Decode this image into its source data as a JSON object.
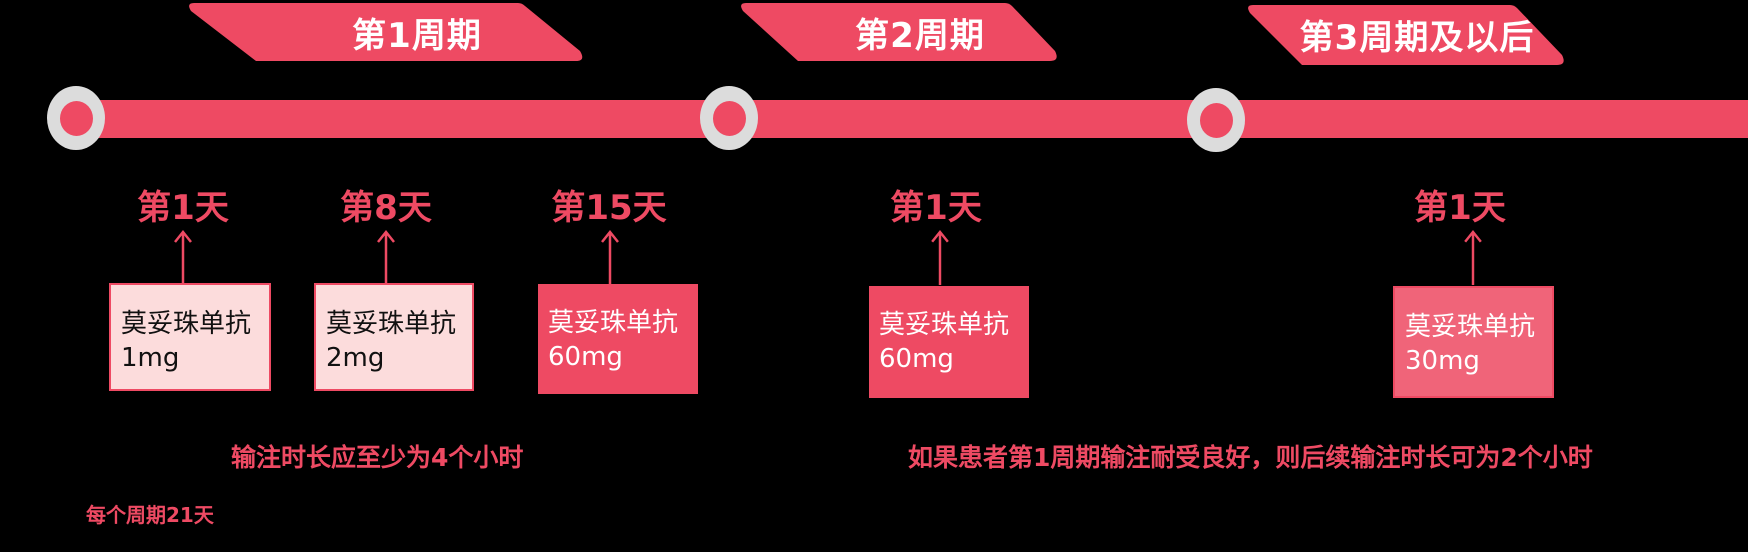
{
  "colors": {
    "accent": "#ee4a63",
    "node_ring": "#dcdcdc",
    "box_light_fill": "#fcdcdc",
    "box_mid_fill": "#f06479",
    "background": "#000000"
  },
  "cycles": [
    {
      "label": "第1周期"
    },
    {
      "label": "第2周期"
    },
    {
      "label": "第3周期及以后"
    }
  ],
  "doses": [
    {
      "day": "第1天",
      "drug": "莫妥珠单抗",
      "amount": "1mg"
    },
    {
      "day": "第8天",
      "drug": "莫妥珠单抗",
      "amount": "2mg"
    },
    {
      "day": "第15天",
      "drug": "莫妥珠单抗",
      "amount": "60mg"
    },
    {
      "day": "第1天",
      "drug": "莫妥珠单抗",
      "amount": "60mg"
    },
    {
      "day": "第1天",
      "drug": "莫妥珠单抗",
      "amount": "30mg"
    }
  ],
  "notes": {
    "cycle1_infusion": "输注时长应至少为4个小时",
    "later_infusion": "如果患者第1周期输注耐受良好，则后续输注时长可为2个小时",
    "cycle_length": "每个周期21天"
  }
}
